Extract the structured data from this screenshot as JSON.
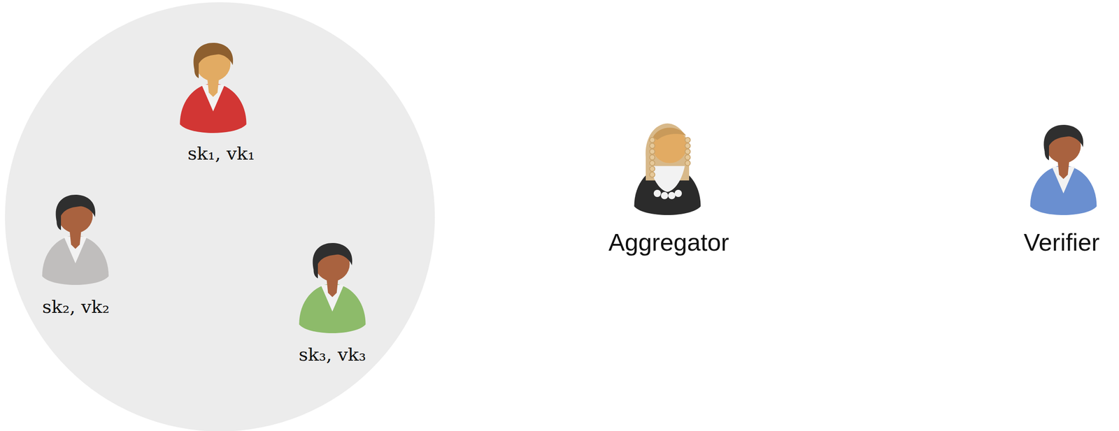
{
  "diagram": {
    "nodes": [
      {
        "text": [
          "sk₁, vk₁"
        ]
      },
      {
        "text": [
          "sk₂, vk₂"
        ]
      },
      {
        "text": [
          "sk₃, vk₃"
        ]
      },
      {
        "text": [
          "Aggregator"
        ]
      },
      {
        "text": [
          "Verifier"
        ]
      }
    ]
  }
}
